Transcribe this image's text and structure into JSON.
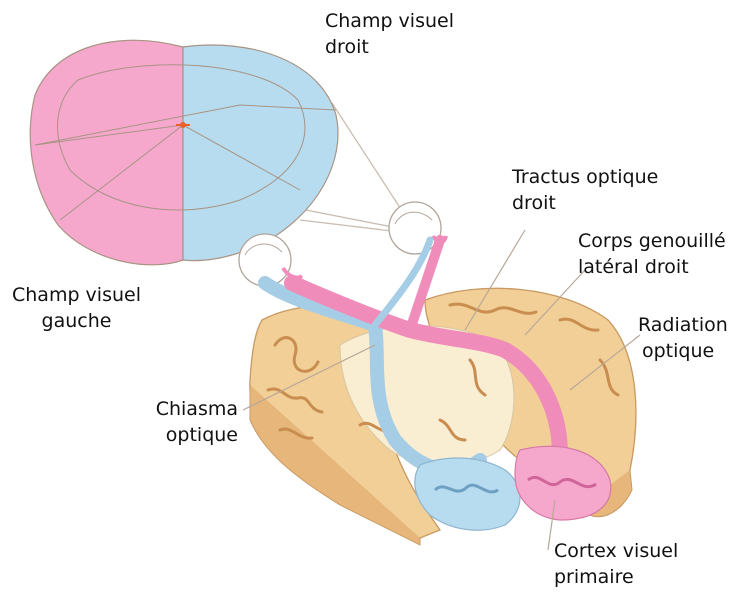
{
  "labels": {
    "champ_droit": [
      "Champ visuel",
      "droit"
    ],
    "champ_gauche": [
      "Champ visuel",
      "gauche"
    ],
    "tractus": [
      "Tractus optique",
      "droit"
    ],
    "corps": [
      "Corps genouillé",
      "latéral droit"
    ],
    "radiation": [
      "Radiation",
      "optique"
    ],
    "chiasma": [
      "Chiasma",
      "optique"
    ],
    "cortex": [
      "Cortex visuel",
      "primaire"
    ]
  },
  "colors": {
    "left_field": "#f5a8cc",
    "right_field": "#b7dcef",
    "cortex_tan": "#f1cf97",
    "cortex_dark": "#d99a55",
    "pathway_pink": "#f08cba",
    "pathway_blue": "#a6cde6",
    "line": "#b8a898"
  }
}
